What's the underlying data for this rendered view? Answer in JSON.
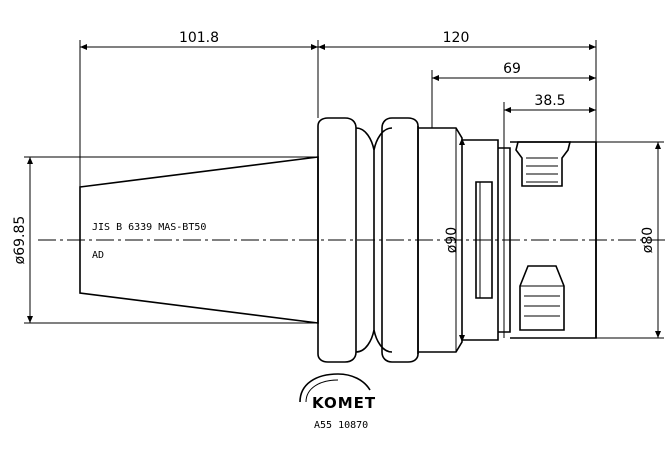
{
  "dimensions": {
    "taper_length": "101.8",
    "overall_length": "120",
    "right_body_length": "69",
    "bore_depth": "38.5",
    "taper_diameter": "ø69.85",
    "body_diameter": "ø90",
    "end_diameter": "ø80"
  },
  "annotations": {
    "standard": "JIS B 6339 MAS-BT50",
    "ad_label": "AD"
  },
  "logo": {
    "brand": "KOMET",
    "part_number": "A55 10870"
  }
}
